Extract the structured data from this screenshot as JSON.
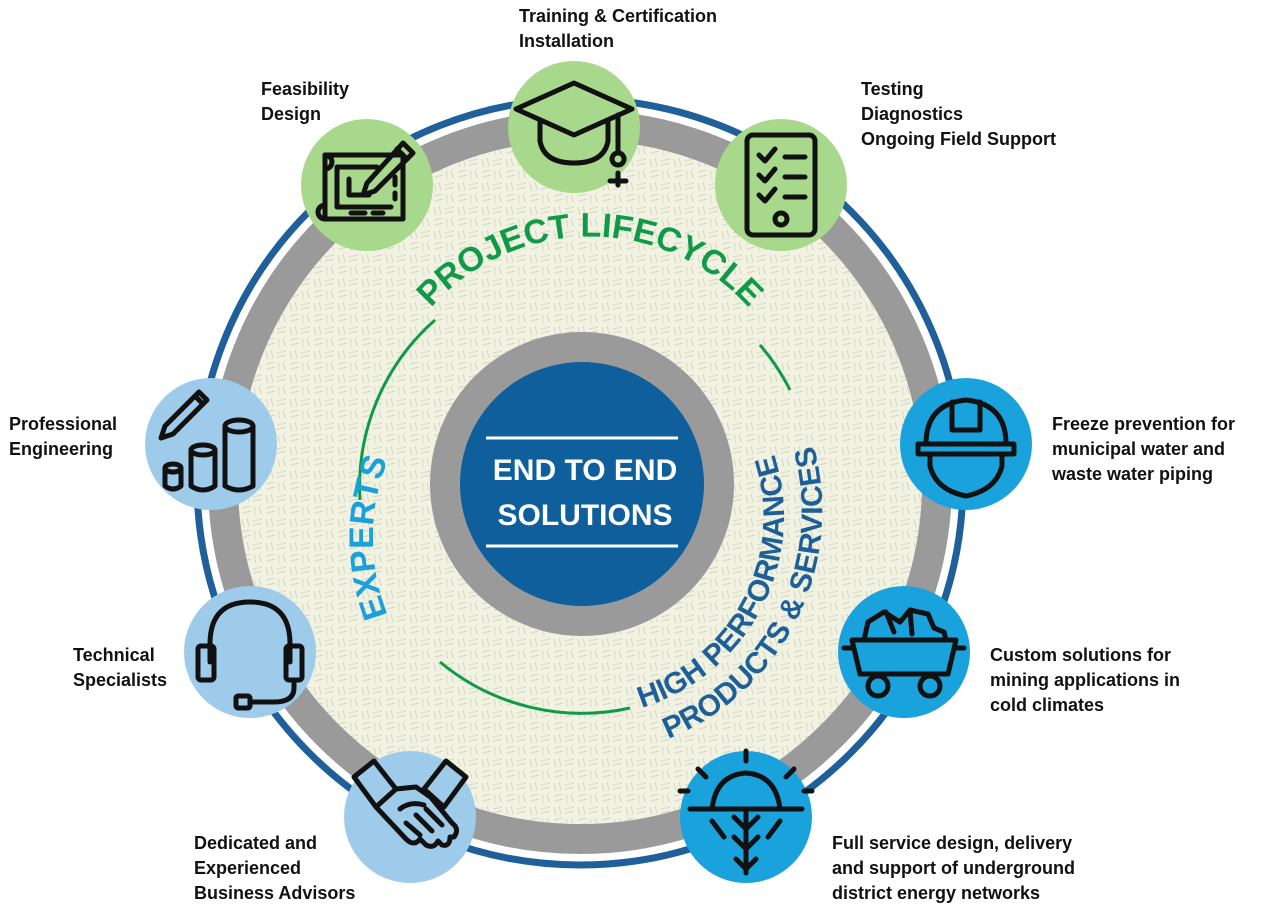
{
  "colors": {
    "outer_ring": "#1f5f9a",
    "gray_ring": "#9a9a9a",
    "pattern_bg": "#f1f2e2",
    "center_blue": "#0e5f9b",
    "green_text": "#0f9a48",
    "light_blue_text": "#1aa0dc",
    "dark_blue_text": "#1d5f98",
    "node_green": "#a8d88c",
    "node_light_blue": "#9fcbea",
    "node_bright_blue": "#1aa2dd",
    "icon_stroke": "#111111"
  },
  "center": {
    "line1": "END TO END",
    "line2": "SOLUTIONS"
  },
  "arcs": {
    "project_lifecycle": "PROJECT LIFECYCLE",
    "experts": "EXPERTS",
    "high_performance": "HIGH PERFORMANCE",
    "products_services": "PRODUCTS & SERVICES"
  },
  "nodes": [
    {
      "key": "feasibility",
      "icon": "blueprint-pencil-icon",
      "color": "green",
      "lines": [
        "Feasibility",
        "Design"
      ]
    },
    {
      "key": "training",
      "icon": "graduation-cap-icon",
      "color": "green",
      "lines": [
        "Training & Certification",
        "Installation"
      ]
    },
    {
      "key": "testing",
      "icon": "checklist-icon",
      "color": "green",
      "lines": [
        "Testing",
        "Diagnostics",
        "Ongoing Field Support"
      ]
    },
    {
      "key": "freeze",
      "icon": "hard-hat-icon",
      "color": "bright_blue",
      "lines": [
        "Freeze prevention for",
        "municipal water and",
        "waste water piping"
      ]
    },
    {
      "key": "mining",
      "icon": "mine-cart-icon",
      "color": "bright_blue",
      "lines": [
        "Custom solutions for",
        "mining applications in",
        "cold climates"
      ]
    },
    {
      "key": "district",
      "icon": "sun-snowflake-icon",
      "color": "bright_blue",
      "lines": [
        "Full service design, delivery",
        "and support of underground",
        "district energy networks"
      ]
    },
    {
      "key": "advisors",
      "icon": "handshake-icon",
      "color": "light_blue",
      "lines": [
        "Dedicated and",
        "Experienced",
        "Business Advisors"
      ]
    },
    {
      "key": "technical",
      "icon": "headset-icon",
      "color": "light_blue",
      "lines": [
        "Technical",
        "Specialists"
      ]
    },
    {
      "key": "engineering",
      "icon": "pencil-cylinders-icon",
      "color": "light_blue",
      "lines": [
        "Professional",
        "Engineering"
      ]
    }
  ]
}
